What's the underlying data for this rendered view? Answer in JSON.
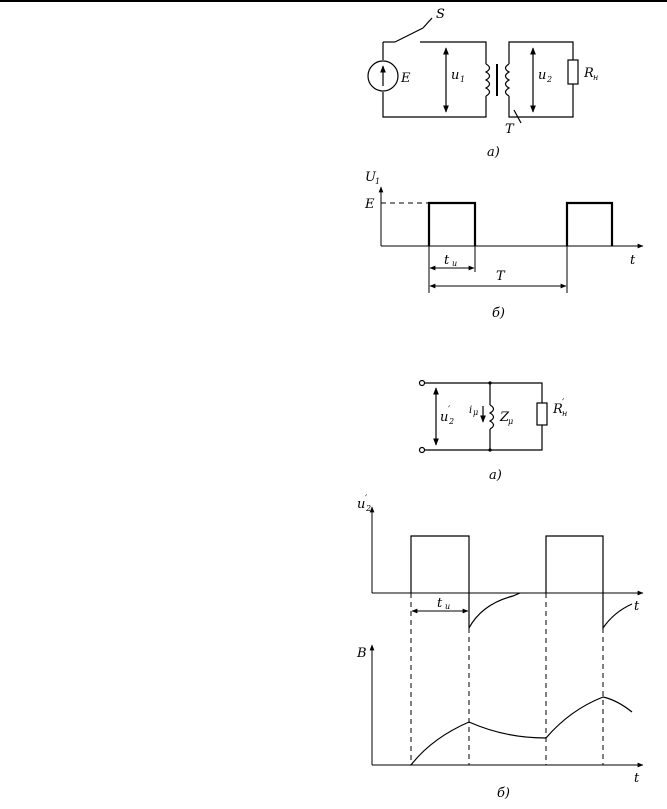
{
  "figures": {
    "circuit1": {
      "switch": "S",
      "source": "E",
      "primary_voltage": "u",
      "primary_sub": "1",
      "secondary_voltage": "u",
      "secondary_sub": "2",
      "load": "R",
      "load_sub": "н",
      "transformer": "T",
      "caption": "а)"
    },
    "graph1": {
      "y_label": "U",
      "y_sub": "1",
      "level_label": "E",
      "pulse_width": "t",
      "pulse_width_sub": "и",
      "period": "T",
      "x_label": "t",
      "caption": "б)"
    },
    "circuit2": {
      "input_voltage": "u",
      "input_sub": "2",
      "input_prime": "′",
      "current": "i",
      "current_sub": "μ",
      "impedance": "Z",
      "impedance_sub": "μ",
      "load": "R",
      "load_sub": "н",
      "load_prime": "′",
      "caption": "а)"
    },
    "graph2": {
      "y_label": "u",
      "y_sub": "2",
      "y_prime": "′",
      "pulse_width": "t",
      "pulse_width_sub": "и",
      "x_label": "t"
    },
    "graph3": {
      "y_label": "B",
      "x_label": "t",
      "caption": "б)"
    }
  }
}
